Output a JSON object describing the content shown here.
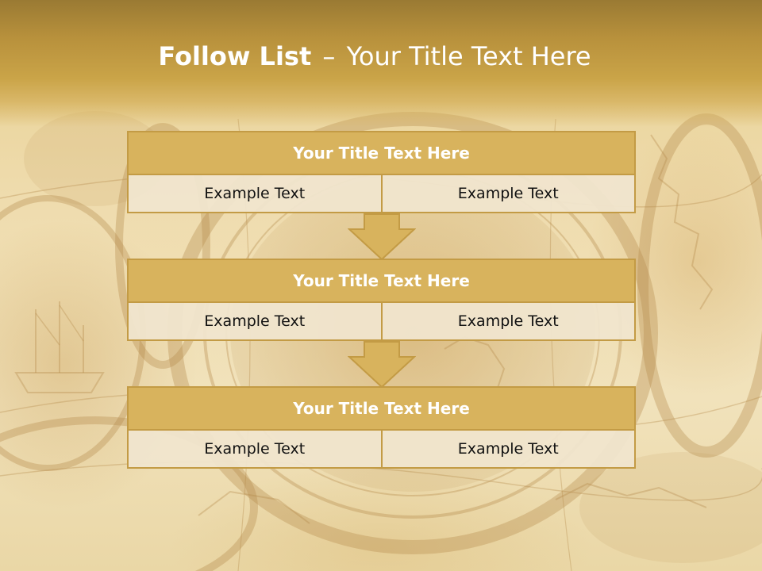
{
  "title": {
    "bold": "Follow List",
    "dash": "–",
    "rest": "Your Title Text Here"
  },
  "blocks": [
    {
      "title": "Your Title Text Here",
      "left": "Example Text",
      "right": "Example Text"
    },
    {
      "title": "Your Title Text Here",
      "left": "Example Text",
      "right": "Example Text"
    },
    {
      "title": "Your Title Text Here",
      "left": "Example Text",
      "right": "Example Text"
    }
  ],
  "colors": {
    "header": "#caa448",
    "block_title_fill": "#d8b35d",
    "border": "#c39b45",
    "cell_fill": "#f0e5cd"
  },
  "icons": [
    "down-arrow-icon",
    "down-arrow-icon"
  ]
}
